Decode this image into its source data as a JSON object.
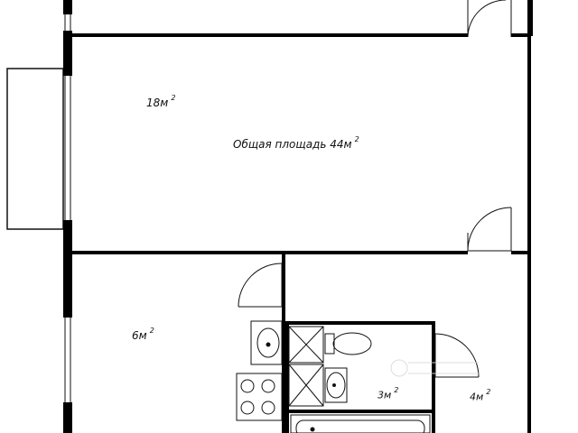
{
  "rooms": {
    "room_large": {
      "area": "18м",
      "sup": "2"
    },
    "total": {
      "text": "Общая площадь 44м",
      "sup": "2"
    },
    "kitchen": {
      "area": "6м",
      "sup": "2"
    },
    "bathroom": {
      "area": "3м",
      "sup": "2"
    },
    "hallway": {
      "area": "4м",
      "sup": "2"
    }
  },
  "colors": {
    "wall": "#000000",
    "thin_line": "#111111",
    "background": "#ffffff",
    "watermark": "#d9d9d9"
  }
}
